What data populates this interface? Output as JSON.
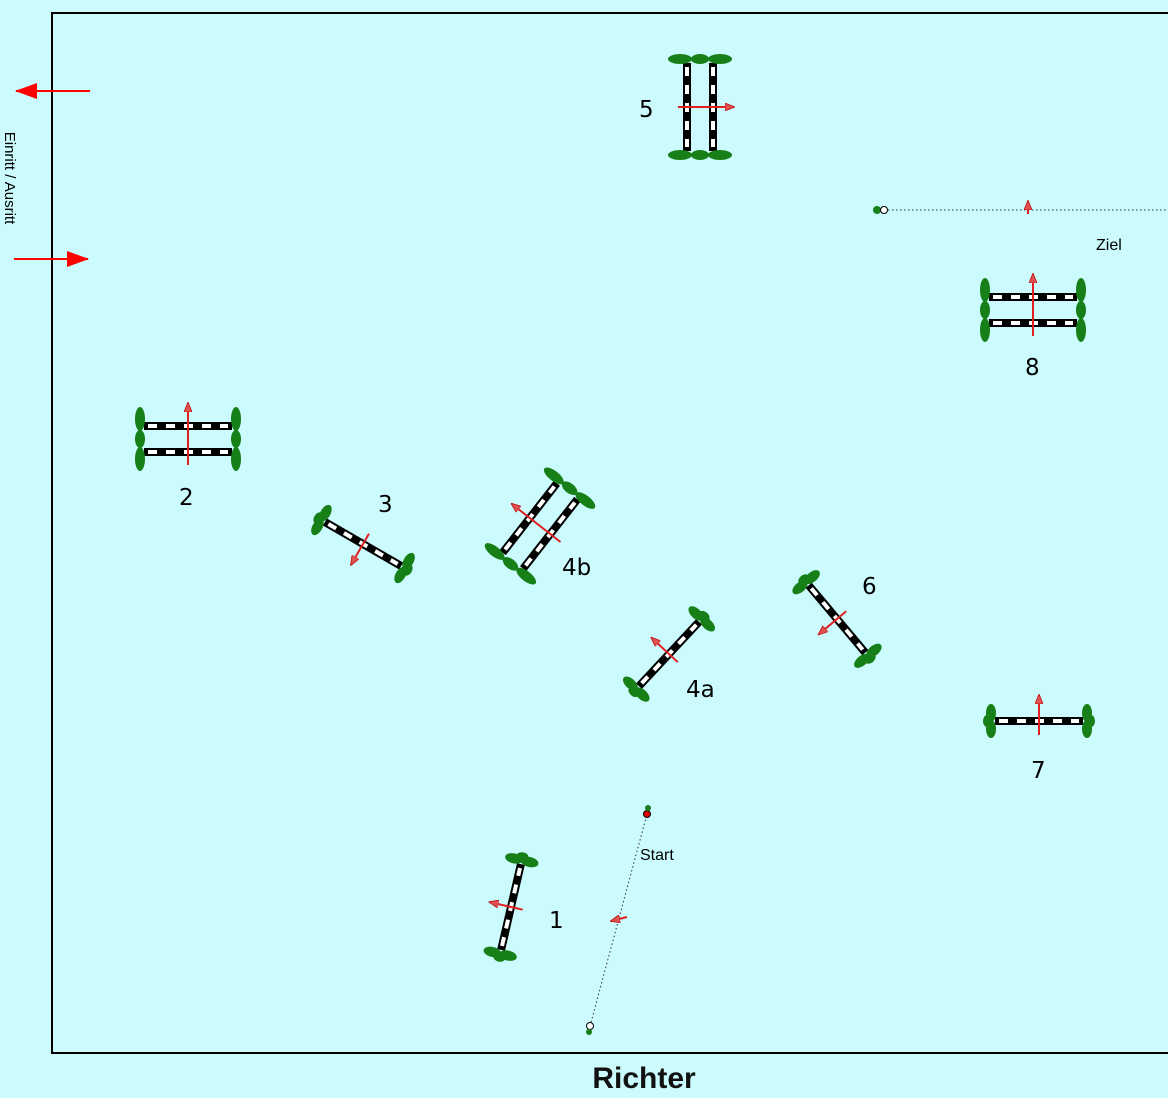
{
  "arena": {
    "entry_label": "Einritt / Ausritt",
    "judge_label": "Richter",
    "start_label": "Start",
    "finish_label": "Ziel",
    "background_color": "#ccfbfd",
    "direction_color": "#e02020",
    "wing_color": "#177f17"
  },
  "obstacles": [
    {
      "id": "1",
      "label": "1",
      "type": "vertical"
    },
    {
      "id": "2",
      "label": "2",
      "type": "oxer"
    },
    {
      "id": "3",
      "label": "3",
      "type": "vertical"
    },
    {
      "id": "4a",
      "label": "4a",
      "type": "vertical"
    },
    {
      "id": "4b",
      "label": "4b",
      "type": "oxer"
    },
    {
      "id": "5",
      "label": "5",
      "type": "oxer"
    },
    {
      "id": "6",
      "label": "6",
      "type": "vertical"
    },
    {
      "id": "7",
      "label": "7",
      "type": "vertical"
    },
    {
      "id": "8",
      "label": "8",
      "type": "oxer"
    }
  ]
}
